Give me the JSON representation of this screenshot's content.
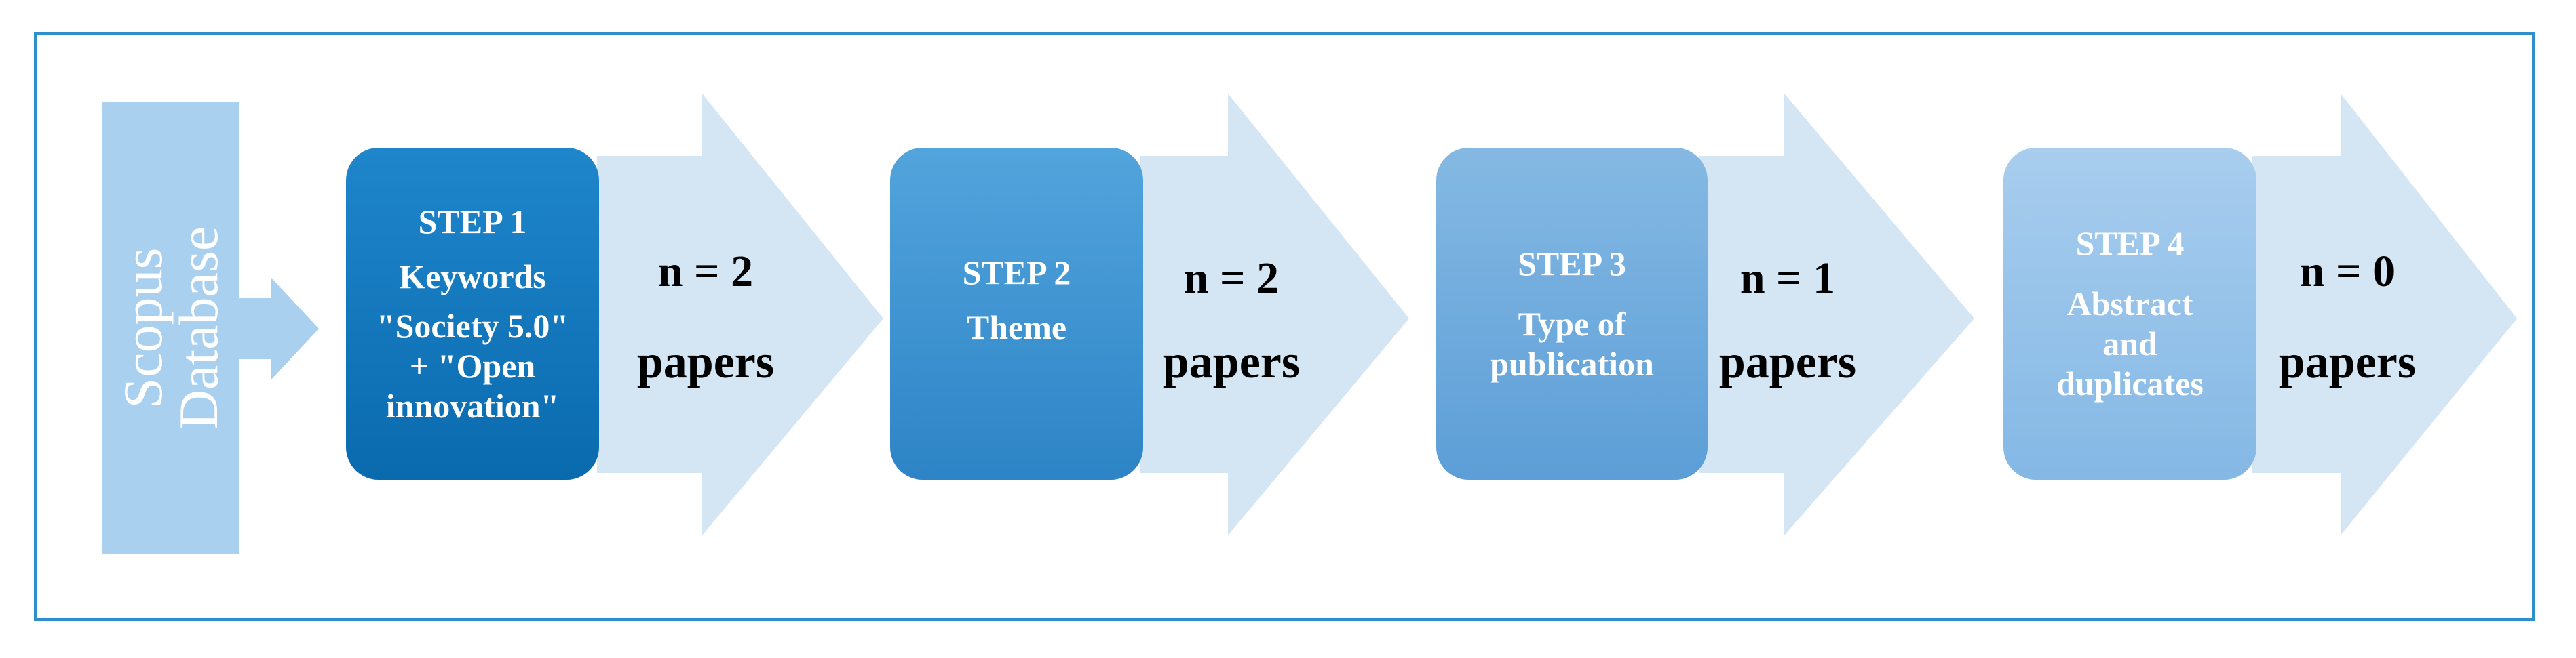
{
  "source": {
    "line1": "Scopus",
    "line2": "Database"
  },
  "steps": [
    {
      "title": "STEP 1",
      "lines": [
        "Keywords",
        "\"Society 5.0\"",
        "+ \"Open",
        "innovation\""
      ],
      "count": "n = 2",
      "unit": "papers"
    },
    {
      "title": "STEP 2",
      "lines": [
        "Theme"
      ],
      "count": "n = 2",
      "unit": "papers"
    },
    {
      "title": "STEP 3",
      "lines": [
        "Type of",
        "publication"
      ],
      "count": "n = 1",
      "unit": "papers"
    },
    {
      "title": "STEP 4",
      "lines": [
        "Abstract",
        "and",
        "duplicates"
      ],
      "count": "n = 0",
      "unit": "papers"
    }
  ],
  "colors": {
    "frame": "#2e8fcb",
    "arrow": "#d4e5f4",
    "source": "#a9d0ee",
    "step1": "#0a6aae",
    "step2": "#2d84c6",
    "step3": "#5c9ed7",
    "step4": "#84b8e5"
  }
}
